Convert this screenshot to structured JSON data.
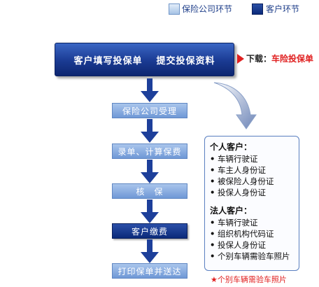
{
  "legend": {
    "company_label": "保险公司环节",
    "customer_label": "客户环节"
  },
  "top_box": {
    "fill_form": "客户填写投保单",
    "submit_docs": "提交投保资料"
  },
  "download": {
    "prefix": "下载：",
    "link_text": "车险投保单"
  },
  "steps": [
    {
      "label": "保险公司受理",
      "role": "company"
    },
    {
      "label": "录单、计算保费",
      "role": "company"
    },
    {
      "label": "核　保",
      "role": "company"
    },
    {
      "label": "客户缴费",
      "role": "customer"
    },
    {
      "label": "打印保单并送达",
      "role": "company"
    }
  ],
  "docs": {
    "individual_title": "个人客户：",
    "individual_items": [
      "车辆行驶证",
      "车主人身份证",
      "被保险人身份证",
      "投保人身份证"
    ],
    "corporate_title": "法人客户：",
    "corporate_items": [
      "车辆行驶证",
      "组织机构代码证",
      "投保人身份证",
      "个别车辆需验车照片"
    ],
    "bullet": "•"
  },
  "footnote": "★个别车辆需验车照片",
  "colors": {
    "company_fill": "#8fb1e3",
    "customer_fill": "#1a3a92",
    "link_red": "#e02020",
    "arrow_blue": "#1d3f9a"
  },
  "icons": {
    "arrow": "down-arrow-icon",
    "pointer": "triangle-right-icon",
    "curve": "curved-arrow-icon"
  }
}
